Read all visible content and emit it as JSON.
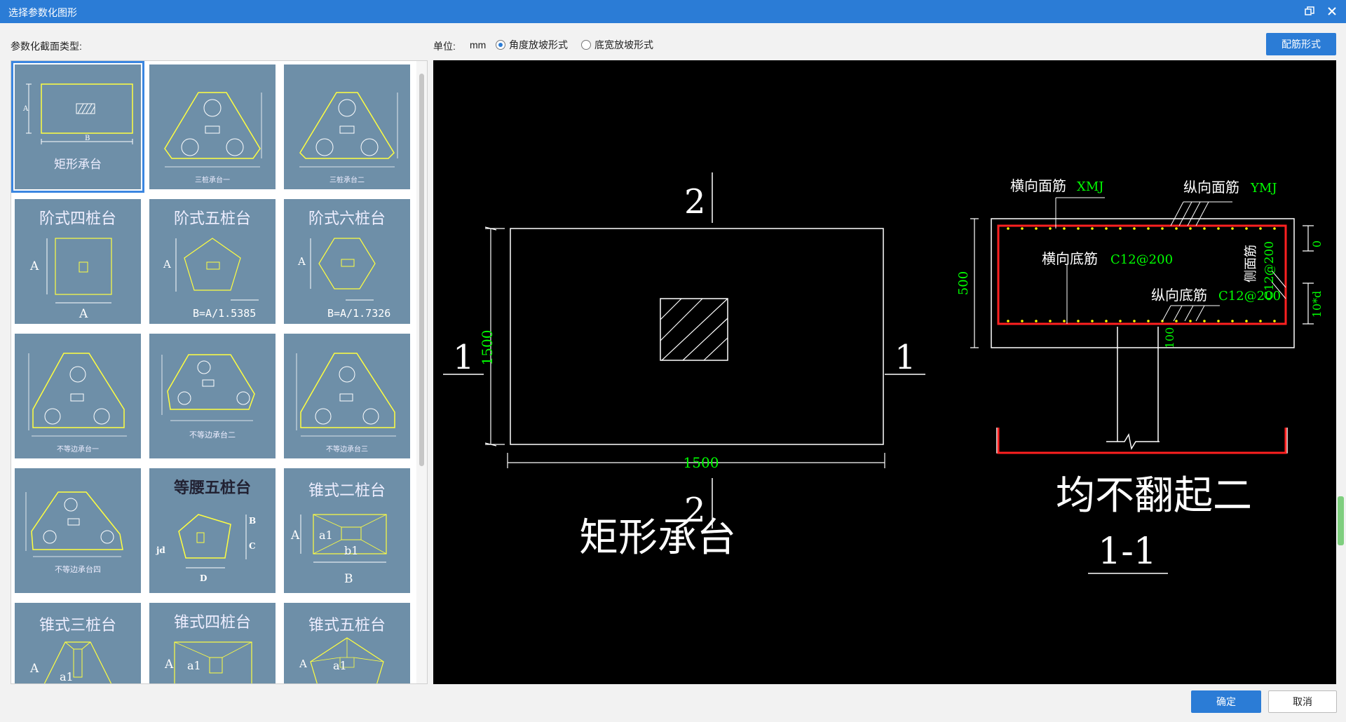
{
  "window": {
    "title": "选择参数化图形"
  },
  "toolbar": {
    "section_label": "参数化截面类型:",
    "unit_label": "单位:",
    "unit_value": "mm",
    "radio_angle": "角度放坡形式",
    "radio_width": "底宽放坡形式",
    "rebar_button": "配筋形式",
    "selected_radio": "angle"
  },
  "tiles": [
    {
      "id": "rect",
      "name": "矩形承台",
      "selected": true
    },
    {
      "id": "tri1",
      "name": "三桩承台一"
    },
    {
      "id": "tri2",
      "name": "三桩承台二"
    },
    {
      "id": "step4",
      "name": "阶式四桩台",
      "dim_a": "A",
      "dim_b": "A"
    },
    {
      "id": "step5",
      "name": "阶式五桩台",
      "dim_a": "A",
      "dim_b": "B=A/1.5385"
    },
    {
      "id": "step6",
      "name": "阶式六桩台",
      "dim_a": "A",
      "dim_b": "B=A/1.7326"
    },
    {
      "id": "uneq1",
      "name": "不等边承台一"
    },
    {
      "id": "uneq2",
      "name": "不等边承台二"
    },
    {
      "id": "uneq3",
      "name": "不等边承台三"
    },
    {
      "id": "uneq4",
      "name": "不等边承台四"
    },
    {
      "id": "iso5",
      "name": "等腰五桩台",
      "dim_b": "B",
      "dim_c": "C",
      "dim_d": "D",
      "dim_jd": "jd"
    },
    {
      "id": "cone2",
      "name": "锥式二桩台",
      "dim_a": "A",
      "dim_a1": "a1",
      "dim_b1": "b1",
      "dim_b": "B"
    },
    {
      "id": "cone3",
      "name": "锥式三桩台",
      "dim_a": "A",
      "dim_a1": "a1"
    },
    {
      "id": "cone4",
      "name": "锥式四桩台",
      "dim_a": "A",
      "dim_a1": "a1"
    },
    {
      "id": "cone5",
      "name": "锥式五桩台",
      "dim_a": "A",
      "dim_a1": "a1"
    }
  ],
  "drawing": {
    "plan_title": "矩形承台",
    "dim_width": "1500",
    "dim_height": "1500",
    "sec_mark_v": "1",
    "sec_mark_h": "2",
    "section_title": "均不翻起二",
    "section_name": "1-1",
    "label_h_top": "横向面筋",
    "label_h_top_code": "XMJ",
    "label_v_top": "纵向面筋",
    "label_v_top_code": "YMJ",
    "label_h_bot": "横向底筋",
    "label_h_bot_code": "C12@200",
    "label_v_bot": "纵向底筋",
    "label_v_bot_code": "C12@200",
    "label_side": "侧面筋",
    "label_side_code": "C12@200",
    "dim_thick": "500",
    "dim_zero": "0",
    "dim_10d": "10*d",
    "dim_100": "100",
    "colors": {
      "green": "#00ff00",
      "yellow": "#ffff00",
      "red": "#ff2020",
      "white": "#ffffff"
    }
  },
  "footer": {
    "ok": "确定",
    "cancel": "取消"
  }
}
